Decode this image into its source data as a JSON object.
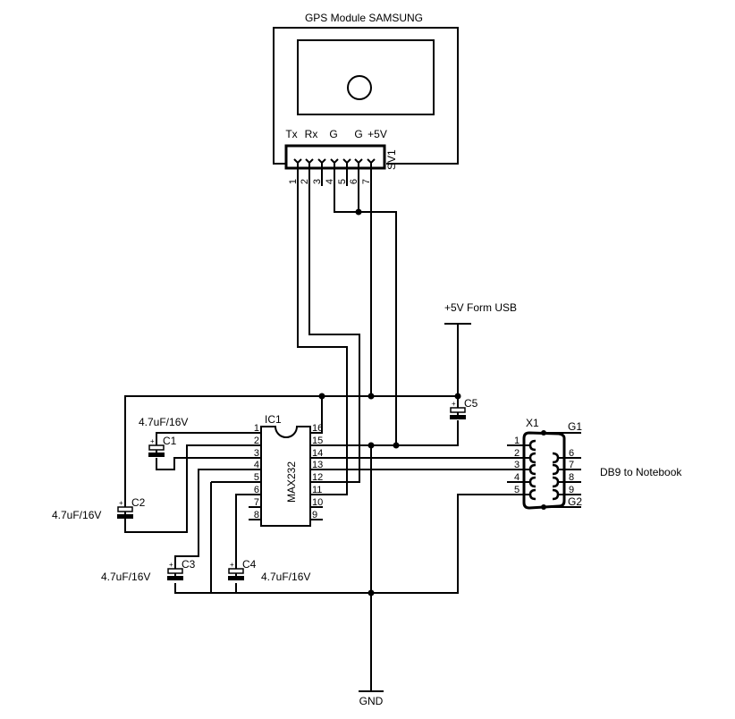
{
  "gps_module": {
    "title": "GPS Module SAMSUNG",
    "header_ref": "SV1",
    "signal_labels": [
      "Tx",
      "Rx",
      "G",
      "G",
      "+5V"
    ],
    "pins": [
      "1",
      "2",
      "3",
      "4",
      "5",
      "6",
      "7"
    ]
  },
  "ic": {
    "ref": "IC1",
    "part": "MAX232",
    "left_pins": [
      "1",
      "2",
      "3",
      "4",
      "5",
      "6",
      "7",
      "8"
    ],
    "right_pins": [
      "16",
      "15",
      "14",
      "13",
      "12",
      "11",
      "10",
      "9"
    ]
  },
  "capacitors": [
    {
      "ref": "C1",
      "value": "4.7uF/16V",
      "polarity": "+"
    },
    {
      "ref": "C2",
      "value": "4.7uF/16V",
      "polarity": "+"
    },
    {
      "ref": "C3",
      "value": "4.7uF/16V",
      "polarity": "+"
    },
    {
      "ref": "C4",
      "value": "4.7uF/16V",
      "polarity": "+"
    },
    {
      "ref": "C5",
      "value": "",
      "polarity": "+"
    }
  ],
  "power": {
    "supply_label": "+5V Form USB",
    "ground_label": "GND"
  },
  "connector": {
    "ref": "X1",
    "description": "DB9 to Notebook",
    "left_pins": [
      "1",
      "2",
      "3",
      "4",
      "5"
    ],
    "right_pins": [
      "6",
      "7",
      "8",
      "9"
    ],
    "shield_top": "G1",
    "shield_bottom": "G2"
  }
}
